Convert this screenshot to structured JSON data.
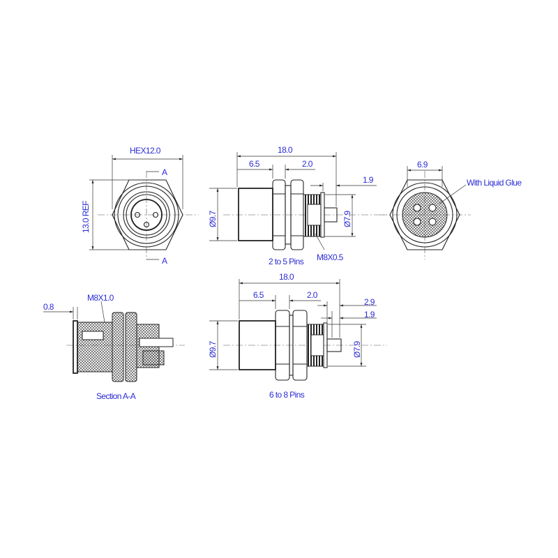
{
  "colors": {
    "label": "#2b2bd6",
    "line": "#222222"
  },
  "front_view": {
    "hex": "HEX12.0",
    "ref": "13.0 REF",
    "section_top": "A",
    "section_bottom": "A"
  },
  "side_view_top": {
    "overall": "18.0",
    "body": "6.5",
    "nut_gap": "2.0",
    "pin": "1.9",
    "body_dia": "Ø9.7",
    "thread_dia": "Ø7.9",
    "thread": "M8X0.5",
    "caption": "2 to 5 Pins"
  },
  "rear_view": {
    "width": "6.9",
    "note": "With Liquid Glue"
  },
  "section_view": {
    "offset": "0.8",
    "thread": "M8X1.0",
    "caption": "Section A-A"
  },
  "side_view_bottom": {
    "overall": "18.0",
    "body": "6.5",
    "nut_gap": "2.0",
    "pin_a": "2.9",
    "pin_b": "1.9",
    "body_dia": "Ø9.7",
    "thread_dia": "Ø7.9",
    "caption": "6 to 8 Pins"
  }
}
